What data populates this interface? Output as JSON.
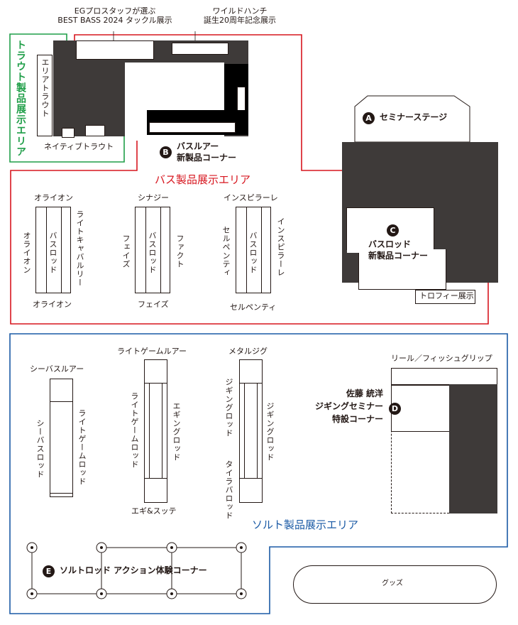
{
  "colors": {
    "trout": "#1f9e48",
    "bass": "#d7161f",
    "salt": "#1a5aa5",
    "dark": "#3e3a39"
  },
  "top_notes": {
    "eg_line1": "EGプロスタッフが選ぶ",
    "eg_line2": "BEST BASS 2024 タックル展示",
    "wild_line1": "ワイルドハンチ",
    "wild_line2": "誕生20周年記念展示"
  },
  "trout": {
    "area_title": "トラウト製品展示エリア",
    "area_trout_label": "エリアトラウト",
    "native_label": "ネイティブトラウト"
  },
  "corner_a": {
    "badge": "A",
    "label": "セミナーステージ"
  },
  "corner_b": {
    "badge": "B",
    "line1": "バスルアー",
    "line2": "新製品コーナー"
  },
  "bass": {
    "area_title": "バス製品展示エリア",
    "racks": [
      {
        "top": "オライオン",
        "bottom": "オライオン",
        "left": "オライオン",
        "center": "バスロッド",
        "right": "ライトキャバルリー"
      },
      {
        "top": "シナジー",
        "bottom": "フェイズ",
        "left": "フェイズ",
        "center": "バスロッド",
        "right": "ファクト"
      },
      {
        "top": "インスピラーレ",
        "bottom": "セルペンティ",
        "left": "セルペンティ",
        "center": "バスロッド",
        "right": "インスピラーレ"
      }
    ]
  },
  "corner_c": {
    "badge": "C",
    "line1": "バスロッド",
    "line2": "新製品コーナー",
    "trophy": "トロフィー展示"
  },
  "salt": {
    "area_title": "ソルト製品展示エリア",
    "rack1": {
      "top": "シーバスルアー",
      "left": "シーバスロッド",
      "right": "ライトゲームロッド"
    },
    "rack2": {
      "top": "ライトゲームルアー",
      "left": "ライトゲームロッド",
      "right": "エギングロッド",
      "bottom": "エギ&スッテ"
    },
    "rack3": {
      "top": "メタルジグ",
      "left": "ジギングロッド",
      "right": "ジギングロッド",
      "bottom_left": "タイラバロッド"
    },
    "reel_label": "リール／フィッシュグリップ"
  },
  "corner_d": {
    "badge": "D",
    "line1": "佐藤 統洋",
    "line2": "ジギングセミナー",
    "line3": "特設コーナー"
  },
  "corner_e": {
    "badge": "E",
    "label": "ソルトロッド アクション体験コーナー"
  },
  "goods": {
    "label": "グッズ"
  }
}
